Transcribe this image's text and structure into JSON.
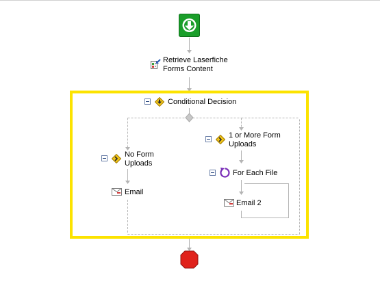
{
  "workflow": {
    "start_icon": "start-arrow-icon",
    "retrieve": {
      "line1": "Retrieve Laserfiche",
      "line2": "Forms Content",
      "icon": "retrieve-content-icon"
    },
    "decision": {
      "label": "Conditional Decision",
      "icon": "conditional-decision-icon",
      "highlight_color": "#fce300"
    },
    "branch_left": {
      "line1": "No Form",
      "line2": "Uploads",
      "icon": "branch-diamond-icon",
      "email": {
        "label": "Email",
        "icon": "email-icon"
      }
    },
    "branch_right": {
      "line1": "1 or More Form",
      "line2": "Uploads",
      "icon": "branch-diamond-icon",
      "loop": {
        "label": "For Each File",
        "icon": "loop-icon"
      },
      "email": {
        "label": "Email 2",
        "icon": "email-icon"
      }
    },
    "end_icon": "stop-octagon-icon",
    "colors": {
      "start": "#1a9e2a",
      "stop": "#e0221b",
      "loop": "#7a2fb8",
      "connector": "#b4b4b4"
    }
  }
}
